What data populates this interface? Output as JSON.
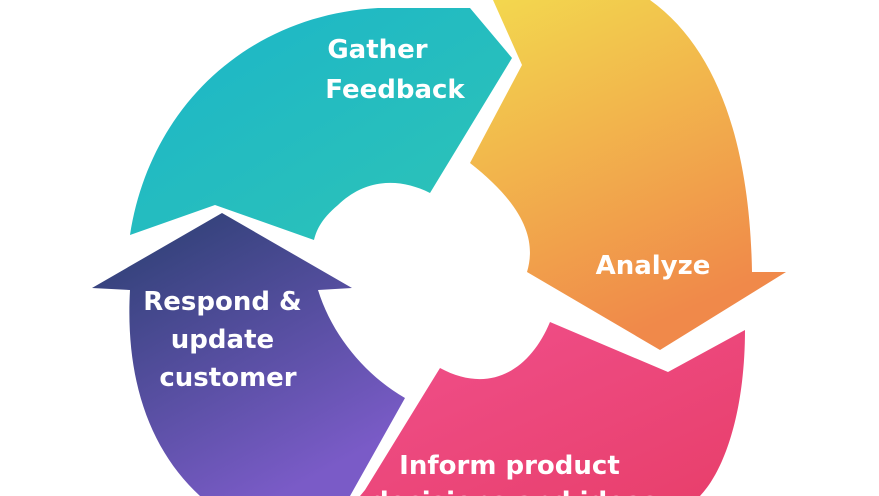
{
  "cycle": {
    "steps": [
      {
        "lines": [
          "Gather",
          "Feedback"
        ],
        "color_start": "#1bb5c9",
        "color_end": "#2ec4b6"
      },
      {
        "lines": [
          "Analyze"
        ],
        "color_start": "#f3d94e",
        "color_end": "#f0894a"
      },
      {
        "lines": [
          "Inform product",
          "decisions and ideas"
        ],
        "color_start": "#f0508c",
        "color_end": "#e83f6b"
      },
      {
        "lines": [
          "Respond &",
          "update",
          "customer"
        ],
        "color_start": "#283e6e",
        "color_end": "#7a5bc7"
      }
    ]
  }
}
